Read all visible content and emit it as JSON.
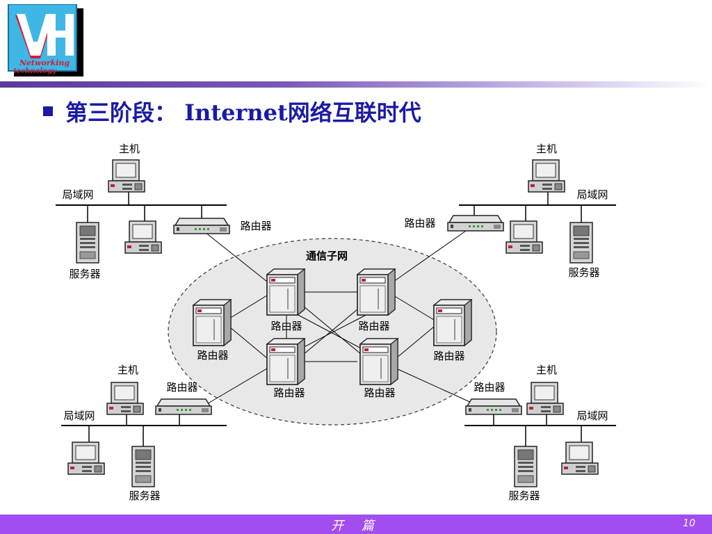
{
  "logo": {
    "letters": "VH",
    "line1": "Networking",
    "line2": "technology"
  },
  "heading": {
    "bullet_icon": "square-bullet-icon",
    "text": "第三阶段： Internet网络互联时代"
  },
  "diagram": {
    "subnet_label": "通信子网",
    "host_label": "主机",
    "lan_label": "局域网",
    "server_label": "服务器",
    "router_label": "路由器"
  },
  "footer": {
    "title": "开 篇",
    "page": "10"
  },
  "colors": {
    "heading": "#1a1aa6",
    "footer": "#a24df0",
    "divider": "#5a3a9a"
  }
}
